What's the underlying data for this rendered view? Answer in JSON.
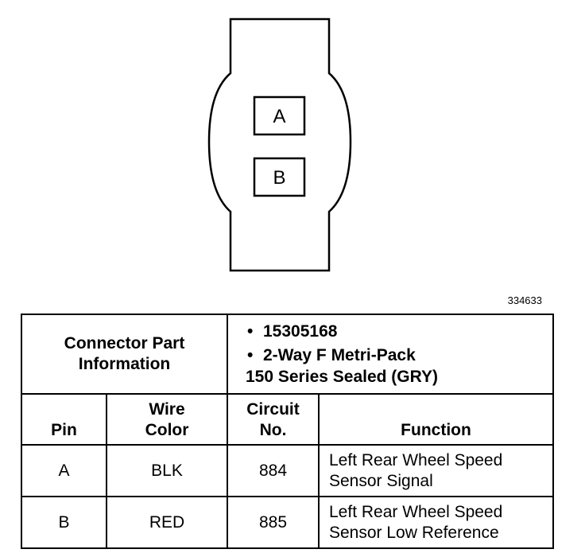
{
  "diagram": {
    "pins": [
      {
        "label": "A"
      },
      {
        "label": "B"
      }
    ],
    "figure_id": "334633"
  },
  "table": {
    "part_info_label_line1": "Connector Part",
    "part_info_label_line2": "Information",
    "part_info_items": [
      {
        "text": "15305168"
      },
      {
        "text_line1": "2-Way F Metri-Pack",
        "text_line2": "150 Series Sealed (GRY)"
      }
    ],
    "headers": {
      "pin": "Pin",
      "wire_color_line1": "Wire",
      "wire_color_line2": "Color",
      "circuit_line1": "Circuit",
      "circuit_line2": "No.",
      "function": "Function"
    },
    "rows": [
      {
        "pin": "A",
        "wire_color": "BLK",
        "circuit": "884",
        "function_line1": "Left Rear Wheel Speed",
        "function_line2": "Sensor Signal"
      },
      {
        "pin": "B",
        "wire_color": "RED",
        "circuit": "885",
        "function_line1": "Left Rear Wheel Speed",
        "function_line2": "Sensor Low Reference"
      }
    ]
  }
}
